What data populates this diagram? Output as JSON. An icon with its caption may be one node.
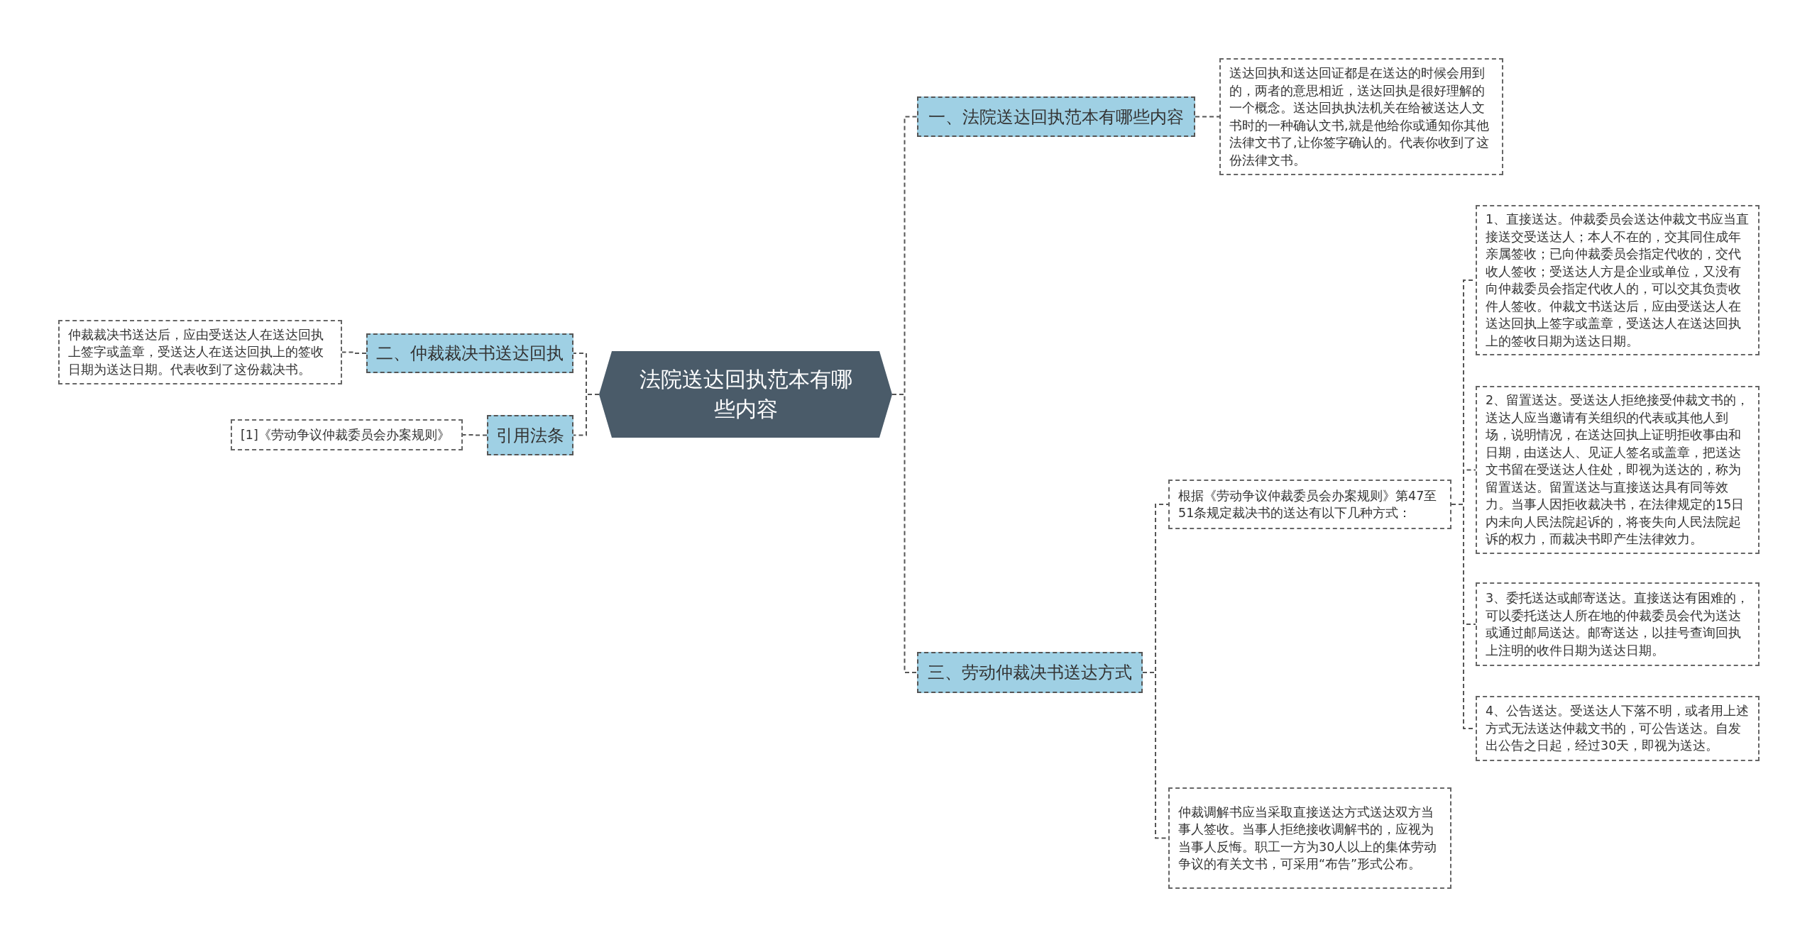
{
  "diagram": {
    "nodes": [
      {
        "text": [
          "法院送达回执范本有哪些内容"
        ]
      },
      {
        "text": [
          "一、法院送达回执范本有哪些内容"
        ]
      },
      {
        "text": [
          "送达回执和送达回证都是在送达的时候会用到的，两者的意思相近，送达回执是很好理解的一个概念。送达回执执法机关在给被送达人文书时的一种确认文书,就是他给你或通知你其他法律文书了,让你签字确认的。代表你收到了这份法律文书。"
        ]
      },
      {
        "text": [
          "二、仲裁裁决书送达回执"
        ]
      },
      {
        "text": [
          "仲裁裁决书送达后，应由受送达人在送达回执上签字或盖章，受送达人在送达回执上的签收日期为送达日期。代表收到了这份裁决书。"
        ]
      },
      {
        "text": [
          "引用法条"
        ]
      },
      {
        "text": [
          "[1]《劳动争议仲裁委员会办案规则》"
        ]
      },
      {
        "text": [
          "三、劳动仲裁决书送达方式"
        ]
      },
      {
        "text": [
          "根据《劳动争议仲裁委员会办案规则》第47至51条规定裁决书的送达有以下几种方式："
        ]
      },
      {
        "text": [
          "1、直接送达。仲裁委员会送达仲裁文书应当直接送交受送达人；本人不在的，交其同住成年亲属签收；已向仲裁委员会指定代收的，交代收人签收；受送达人方是企业或单位，又没有向仲裁委员会指定代收人的，可以交其负责收件人签收。仲裁文书送达后，应由受送达人在送达回执上签字或盖章，受送达人在送达回执上的签收日期为送达日期。"
        ]
      },
      {
        "text": [
          "2、留置送达。受送达人拒绝接受仲裁文书的，送达人应当邀请有关组织的代表或其他人到场，说明情况，在送达回执上证明拒收事由和日期，由送达人、见证人签名或盖章，把送达文书留在受送达人住处，即视为送达的，称为留置送达。留置送达与直接送达具有同等效力。当事人因拒收裁决书，在法律规定的15日内未向人民法院起诉的，将丧失向人民法院起诉的权力，而裁决书即产生法律效力。"
        ]
      },
      {
        "text": [
          "3、委托送达或邮寄送达。直接送达有困难的，可以委托送达人所在地的仲裁委员会代为送达或通过邮局送达。邮寄送达，以挂号查询回执上注明的收件日期为送达日期。"
        ]
      },
      {
        "text": [
          "4、公告送达。受送达人下落不明，或者用上述方式无法送达仲裁文书的，可公告送达。自发出公告之日起，经过30天，即视为送达。"
        ]
      },
      {
        "text": [
          "仲裁调解书应当采取直接送达方式送达双方当事人签收。当事人拒绝接收调解书的，应视为当事人反悔。职工一方为30人以上的集体劳动争议的有关文书，可采用“布告”形式公布。"
        ]
      }
    ],
    "edges": [
      {
        "from": 0,
        "to": 1,
        "arrow": "none"
      },
      {
        "from": 1,
        "to": 2,
        "arrow": "none"
      },
      {
        "from": 0,
        "to": 3,
        "arrow": "none"
      },
      {
        "from": 3,
        "to": 4,
        "arrow": "none"
      },
      {
        "from": 0,
        "to": 5,
        "arrow": "none"
      },
      {
        "from": 5,
        "to": 6,
        "arrow": "none"
      },
      {
        "from": 0,
        "to": 7,
        "arrow": "none"
      },
      {
        "from": 7,
        "to": 8,
        "arrow": "none"
      },
      {
        "from": 8,
        "to": 9,
        "arrow": "none"
      },
      {
        "from": 8,
        "to": 10,
        "arrow": "none"
      },
      {
        "from": 8,
        "to": 11,
        "arrow": "none"
      },
      {
        "from": 8,
        "to": 12,
        "arrow": "none"
      },
      {
        "from": 7,
        "to": 13,
        "arrow": "none"
      }
    ]
  }
}
